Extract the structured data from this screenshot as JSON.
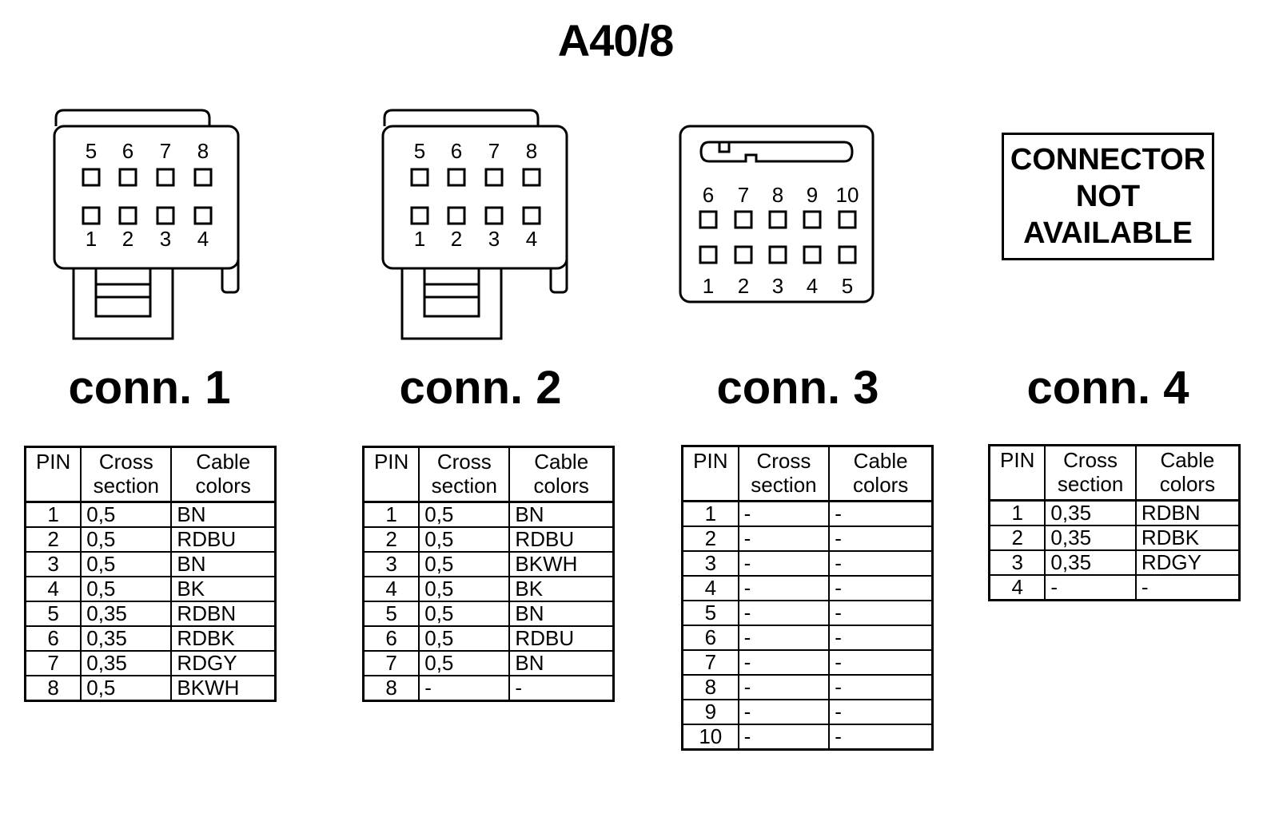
{
  "title": "A40/8",
  "connectors": [
    {
      "label": "conn. 1",
      "pins_top": [
        "5",
        "6",
        "7",
        "8"
      ],
      "pins_bottom": [
        "1",
        "2",
        "3",
        "4"
      ],
      "headers": [
        "PIN",
        "Cross section",
        "Cable colors"
      ],
      "rows": [
        [
          "1",
          "0,5",
          "BN"
        ],
        [
          "2",
          "0,5",
          "RDBU"
        ],
        [
          "3",
          "0,5",
          "BN"
        ],
        [
          "4",
          "0,5",
          "BK"
        ],
        [
          "5",
          "0,35",
          "RDBN"
        ],
        [
          "6",
          "0,35",
          "RDBK"
        ],
        [
          "7",
          "0,35",
          "RDGY"
        ],
        [
          "8",
          "0,5",
          "BKWH"
        ]
      ]
    },
    {
      "label": "conn. 2",
      "pins_top": [
        "5",
        "6",
        "7",
        "8"
      ],
      "pins_bottom": [
        "1",
        "2",
        "3",
        "4"
      ],
      "headers": [
        "PIN",
        "Cross section",
        "Cable colors"
      ],
      "rows": [
        [
          "1",
          "0,5",
          "BN"
        ],
        [
          "2",
          "0,5",
          "RDBU"
        ],
        [
          "3",
          "0,5",
          "BKWH"
        ],
        [
          "4",
          "0,5",
          "BK"
        ],
        [
          "5",
          "0,5",
          "BN"
        ],
        [
          "6",
          "0,5",
          "RDBU"
        ],
        [
          "7",
          "0,5",
          "BN"
        ],
        [
          "8",
          "-",
          "-"
        ]
      ]
    },
    {
      "label": "conn. 3",
      "pins_top": [
        "6",
        "7",
        "8",
        "9",
        "10"
      ],
      "pins_bottom": [
        "1",
        "2",
        "3",
        "4",
        "5"
      ],
      "headers": [
        "PIN",
        "Cross section",
        "Cable colors"
      ],
      "rows": [
        [
          "1",
          "-",
          "-"
        ],
        [
          "2",
          "-",
          "-"
        ],
        [
          "3",
          "-",
          "-"
        ],
        [
          "4",
          "-",
          "-"
        ],
        [
          "5",
          "-",
          "-"
        ],
        [
          "6",
          "-",
          "-"
        ],
        [
          "7",
          "-",
          "-"
        ],
        [
          "8",
          "-",
          "-"
        ],
        [
          "9",
          "-",
          "-"
        ],
        [
          "10",
          "-",
          "-"
        ]
      ]
    },
    {
      "label": "conn. 4",
      "not_available": [
        "CONNECTOR",
        "NOT",
        "AVAILABLE"
      ],
      "headers": [
        "PIN",
        "Cross section",
        "Cable colors"
      ],
      "rows": [
        [
          "1",
          "0,35",
          "RDBN"
        ],
        [
          "2",
          "0,35",
          "RDBK"
        ],
        [
          "3",
          "0,35",
          "RDGY"
        ],
        [
          "4",
          "-",
          "-"
        ]
      ]
    }
  ]
}
